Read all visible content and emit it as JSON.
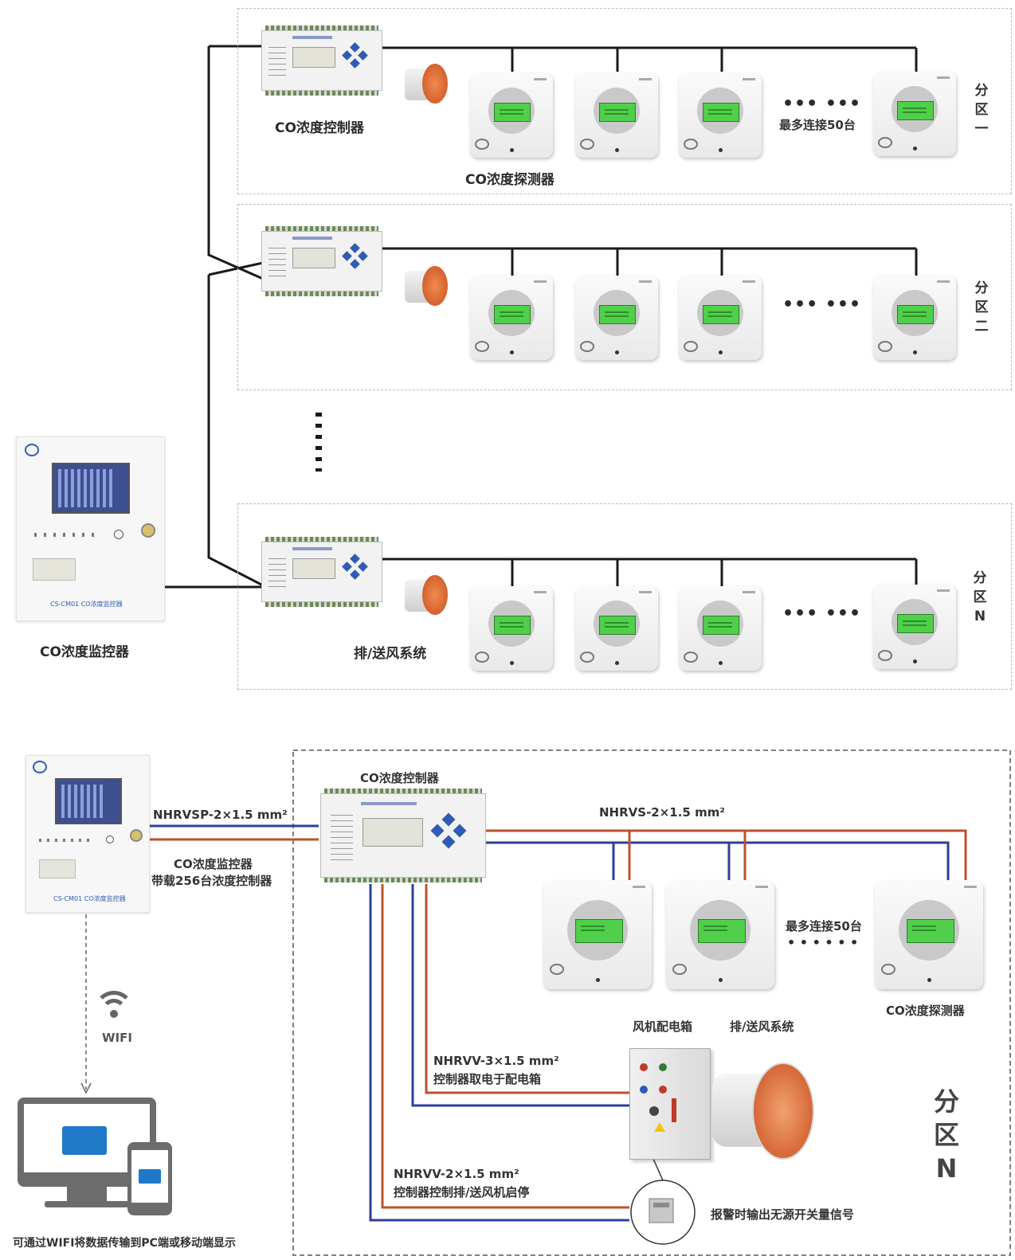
{
  "top": {
    "controller_label": "CO浓度控制器",
    "detector_label": "CO浓度探测器",
    "max_connect": "最多连接50台",
    "monitor_label": "CO浓度监控器",
    "fan_system_label": "排/送风系统",
    "ellipsis": "••• •••",
    "zones": [
      {
        "chars": [
          "分",
          "区",
          "一"
        ]
      },
      {
        "chars": [
          "分",
          "区",
          "二"
        ]
      },
      {
        "chars": [
          "分",
          "区",
          "N"
        ]
      }
    ],
    "vertical_dots": "⋮",
    "monitor_panel_caption": "CS-CM01 CO浓度监控器"
  },
  "bottom": {
    "controller_label": "CO浓度控制器",
    "cable_nhrvsp": "NHRVSP-2×1.5 mm²",
    "cable_nhrvs": "NHRVS-2×1.5 mm²",
    "monitor_line1": "CO浓度监控器",
    "monitor_line2": "带载256台浓度控制器",
    "max_connect": "最多连接50台",
    "dots": "• • • • • •",
    "detector_label": "CO浓度探测器",
    "fan_box_label": "风机配电箱",
    "fan_system_label": "排/送风系统",
    "wifi_label": "WIFI",
    "cable_nhrvv3_line1": "NHRVV-3×1.5 mm²",
    "cable_nhrvv3_line2": "控制器取电于配电箱",
    "cable_nhrvv2_line1": "NHRVV-2×1.5 mm²",
    "cable_nhrvv2_line2": "控制器控制排/送风机启停",
    "alarm_output": "报警时输出无源开关量信号",
    "pc_caption": "可通过WIFI将数据传输到PC端或移动端显示",
    "zone_chars": [
      "分",
      "区",
      "N"
    ],
    "monitor_panel_caption": "CS-CM01 CO浓度监控器"
  },
  "colors": {
    "wire_black": "#1a1a1a",
    "wire_red": "#b9542a",
    "wire_blue": "#2c3f9a",
    "accent_blue": "#2f5bb5",
    "lcd_green": "#4fcf4a"
  }
}
